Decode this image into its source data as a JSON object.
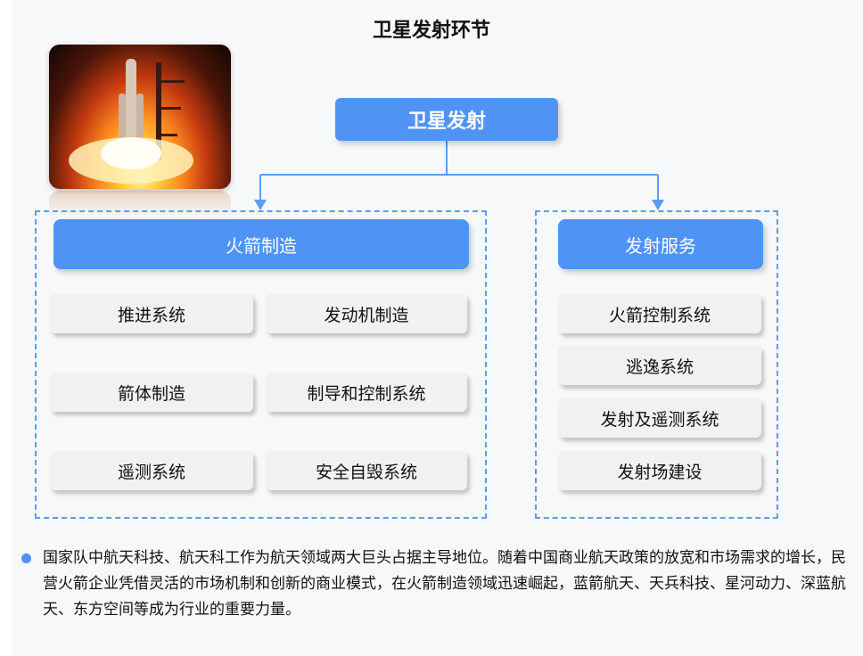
{
  "title": "卫星发射环节",
  "root": {
    "label": "卫星发射"
  },
  "groups": [
    {
      "label": "火箭制造",
      "items": [
        "推进系统",
        "发动机制造",
        "箭体制造",
        "制导和控制系统",
        "遥测系统",
        "安全自毁系统"
      ]
    },
    {
      "label": "发射服务",
      "items": [
        "火箭控制系统",
        "逃逸系统",
        "发射及遥测系统",
        "发射场建设"
      ]
    }
  ],
  "note": "国家队中航天科技、航天科工作为航天领域两大巨头占据主导地位。随着中国商业航天政策的放宽和市场需求的增长，民营火箭企业凭借灵活的市场机制和创新的商业模式，在火箭制造领域迅速崛起，蓝箭航天、天兵科技、星河动力、深蓝航天、东方空间等成为行业的重要力量。",
  "colors": {
    "accent": "#4f93f5",
    "item_bg": "#f0f1f3",
    "dashed": "#5b9cf4"
  },
  "icons": {
    "bullet": "bullet-dot-icon",
    "photo": "rocket-launch-photo"
  }
}
